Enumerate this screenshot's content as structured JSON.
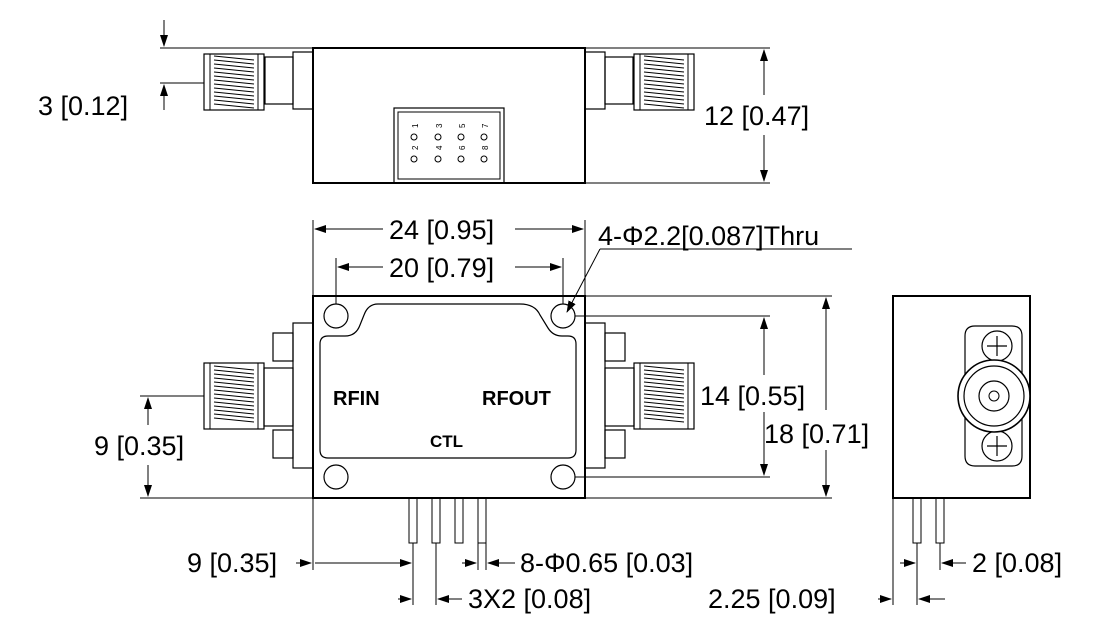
{
  "dimensions": {
    "top_thread_offset": "3 [0.12]",
    "body_height": "12 [0.47]",
    "overall_width": "24 [0.95]",
    "hole_spacing_x": "20 [0.79]",
    "mount_holes": "4-Φ2.2[0.087]Thru",
    "hole_spacing_y": "14 [0.55]",
    "overall_height": "18 [0.71]",
    "connector_center": "9 [0.35]",
    "pin_offset": "9 [0.35]",
    "pin_diameter": "8-Φ0.65 [0.03]",
    "pin_pitch": "3X2 [0.08]",
    "side_pin_pitch": "2 [0.08]",
    "side_pin_offset": "2.25 [0.09]"
  },
  "labels": {
    "rf_in": "RFIN",
    "rf_out": "RFOUT",
    "control": "CTL"
  },
  "pin_numbers": {
    "row_top": [
      "1",
      "3",
      "5",
      "7"
    ],
    "row_bottom": [
      "2",
      "4",
      "6",
      "8"
    ]
  }
}
